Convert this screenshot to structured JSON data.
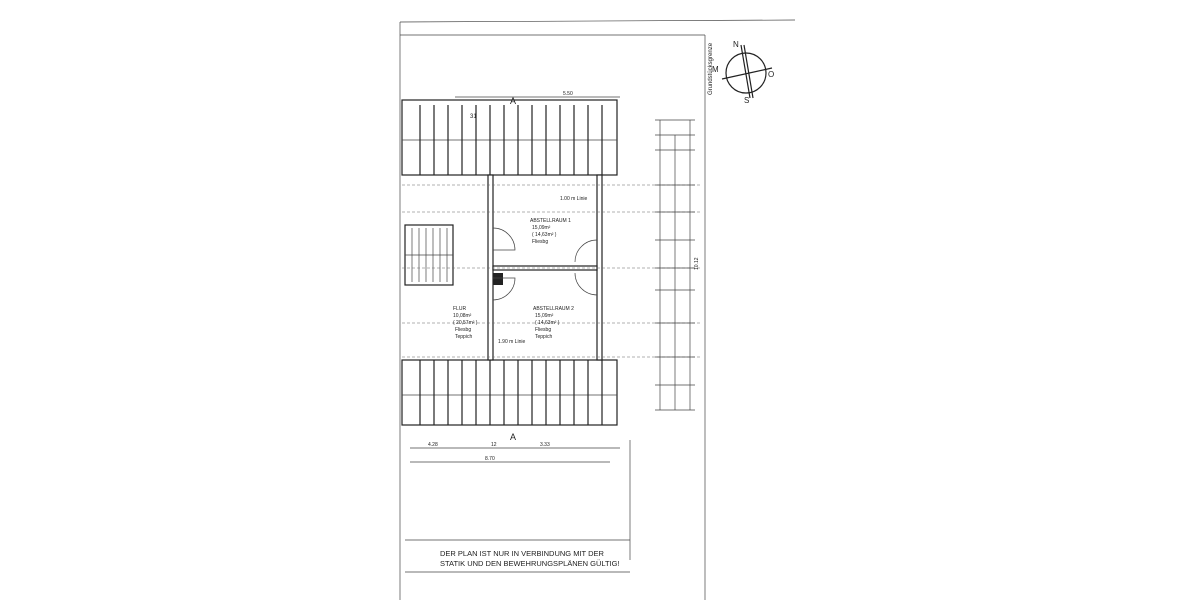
{
  "plan": {
    "note_line1": "DER PLAN IST NUR IN VERBINDUNG MIT DER",
    "note_line2": "STATIK UND DEN BEWEHRUNGSPLÄNEN GÜLTIG!",
    "boundary_label": "Grundstücksgrenze",
    "compass": {
      "n": "N",
      "s": "S",
      "o": "O",
      "m": "M"
    },
    "section_marker": "A",
    "rooms": [
      {
        "name": "ABSTELLRAUM 1",
        "area": "15,09m²",
        "area2": "( 14,63m² )",
        "floor": "Fliesbg"
      },
      {
        "name": "ABSTELLRAUM 2",
        "area": "15,09m²",
        "area2": "( 14,63m² )",
        "floor": "Fliesbg",
        "extra": "Teppich"
      },
      {
        "name": "FLUR",
        "area": "10,08m²",
        "area2": "( 20,57m² )",
        "floor": "Fliesbg",
        "extra": "Teppich"
      }
    ],
    "dimensions": {
      "top": "5.50",
      "bottom_left": "4.28",
      "bottom_mid": "12",
      "bottom_right": "3.33",
      "bottom_total": "8.70",
      "label_31": "31",
      "line_1": "1.90 m Linie",
      "line_2": "1.00 m Linie",
      "right_total": "10.12"
    }
  }
}
